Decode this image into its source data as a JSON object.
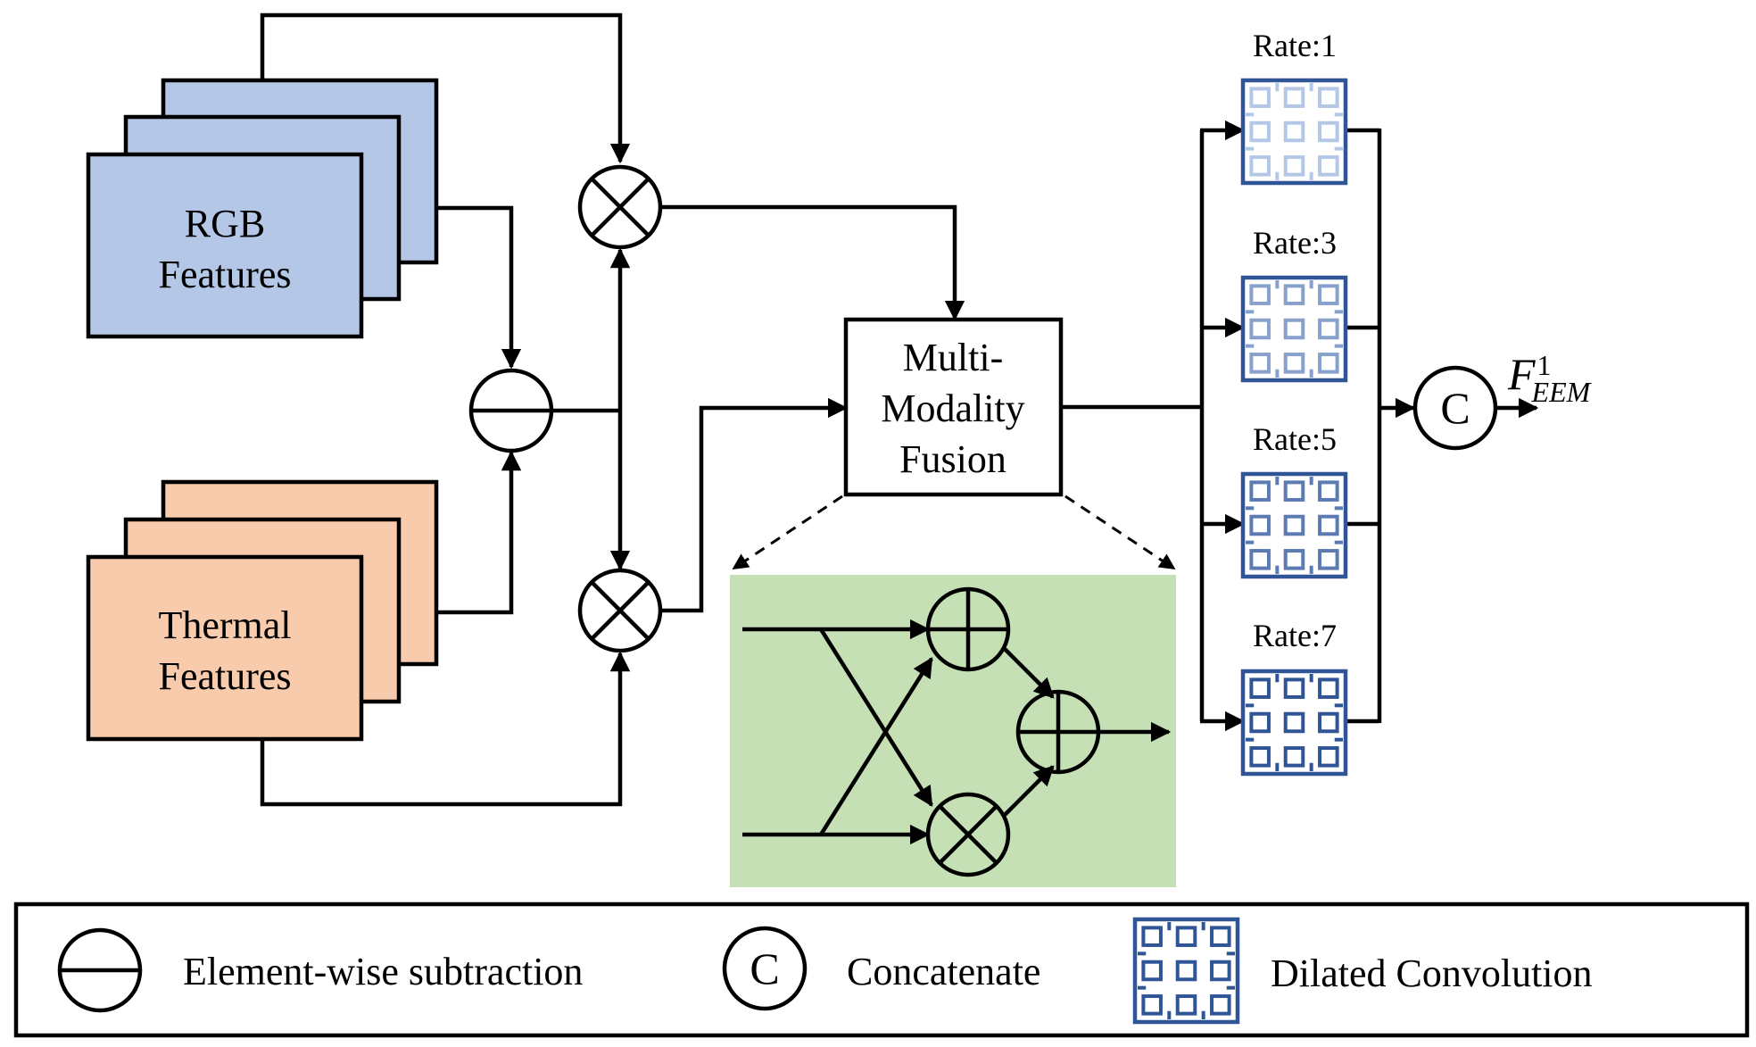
{
  "colors": {
    "rgb_fill": "#b4c7e7",
    "thermal_fill": "#f8cbad",
    "fusion_panel": "#c5e0b4",
    "conv_light": "#b4c7e7",
    "conv_dark": "#2f5597"
  },
  "blocks": {
    "rgb": {
      "line1": "RGB",
      "line2": "Features"
    },
    "thermal": {
      "line1": "Thermal",
      "line2": "Features"
    },
    "mmf": {
      "line1": "Multi-",
      "line2": "Modality",
      "line3": "Fusion"
    }
  },
  "rates": [
    "Rate:1",
    "Rate:3",
    "Rate:5",
    "Rate:7"
  ],
  "concat_symbol": "C",
  "output": {
    "base": "F",
    "sup": "1",
    "sub": "EEM"
  },
  "legend": {
    "subtraction": "Element-wise subtraction",
    "concat_symbol": "C",
    "concatenate": "Concatenate",
    "dilated": "Dilated Convolution"
  },
  "icons": {
    "multiply": "circle-times-icon",
    "add": "circle-plus-icon",
    "subtract": "circle-minus-icon",
    "concat": "circle-c-icon",
    "conv": "dilated-conv-icon"
  }
}
